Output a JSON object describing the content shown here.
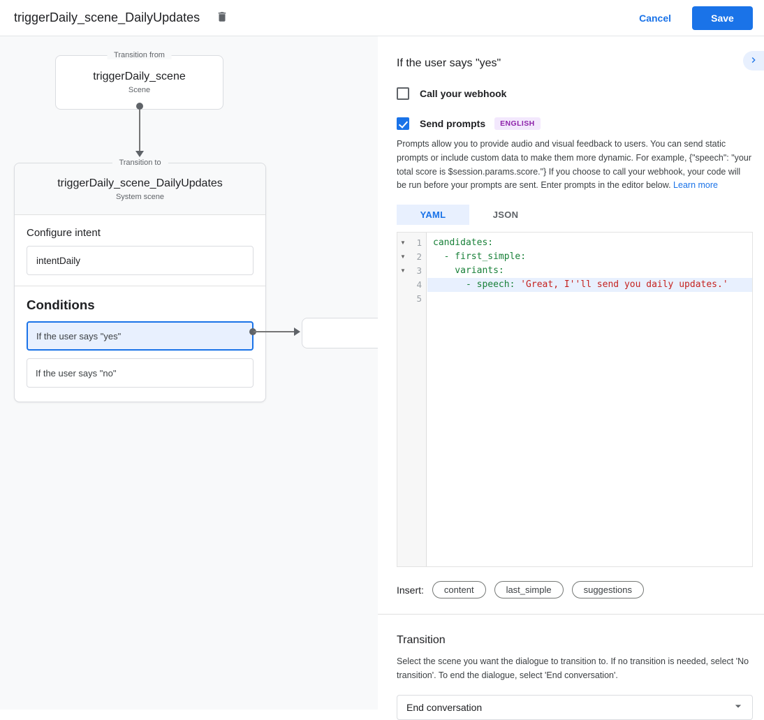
{
  "colors": {
    "accent": "#1a73e8",
    "selected_bg": "#e8f0fe",
    "panel_bg": "#f8f9fa",
    "badge_bg": "#f3e8fd",
    "badge_text": "#8e24aa",
    "code_key": "#188038",
    "code_string": "#c5221f"
  },
  "top_bar": {
    "title": "triggerDaily_scene_DailyUpdates",
    "delete_icon": "trash-icon",
    "cancel_label": "Cancel",
    "save_label": "Save"
  },
  "diagram": {
    "from_box": {
      "label": "Transition from",
      "title": "triggerDaily_scene",
      "subtitle": "Scene"
    },
    "to_card": {
      "label": "Transition to",
      "title": "triggerDaily_scene_DailyUpdates",
      "subtitle": "System scene",
      "configure_intent": {
        "heading": "Configure intent",
        "value": "intentDaily"
      },
      "conditions": {
        "heading": "Conditions",
        "items": [
          {
            "label": "If the user says \"yes\"",
            "selected": true
          },
          {
            "label": "If the user says \"no\"",
            "selected": false
          }
        ]
      }
    }
  },
  "panel": {
    "heading": "If the user says \"yes\"",
    "collapse_icon": "chevron-right-icon",
    "webhook_checkbox": {
      "label": "Call your webhook",
      "checked": false
    },
    "prompts_checkbox": {
      "label": "Send prompts",
      "checked": true,
      "badge": "ENGLISH"
    },
    "description": "Prompts allow you to provide audio and visual feedback to users. You can send static prompts or include custom data to make them more dynamic. For example, {\"speech\": \"your total score is $session.params.score.\"} If you choose to call your webhook, your code will be run before your prompts are sent. Enter prompts in the editor below. ",
    "learn_more": "Learn more",
    "tabs": [
      {
        "label": "YAML",
        "active": true
      },
      {
        "label": "JSON",
        "active": false
      }
    ],
    "editor": {
      "lines": [
        {
          "number": 1,
          "fold": true,
          "active": false,
          "segments": [
            {
              "text": "candidates:",
              "type": "key"
            }
          ]
        },
        {
          "number": 2,
          "fold": true,
          "active": false,
          "segments": [
            {
              "text": "  - first_simple:",
              "type": "key"
            }
          ]
        },
        {
          "number": 3,
          "fold": true,
          "active": false,
          "segments": [
            {
              "text": "    variants:",
              "type": "key"
            }
          ]
        },
        {
          "number": 4,
          "fold": false,
          "active": true,
          "segments": [
            {
              "text": "      - speech: ",
              "type": "key"
            },
            {
              "text": "'Great, I''ll send you daily updates.'",
              "type": "str"
            }
          ]
        },
        {
          "number": 5,
          "fold": false,
          "active": false,
          "segments": []
        }
      ]
    },
    "insert": {
      "label": "Insert:",
      "buttons": [
        "content",
        "last_simple",
        "suggestions"
      ]
    },
    "transition": {
      "heading": "Transition",
      "description": "Select the scene you want the dialogue to transition to. If no transition is needed, select 'No transition'. To end the dialogue, select 'End conversation'.",
      "selected_value": "End conversation"
    }
  }
}
